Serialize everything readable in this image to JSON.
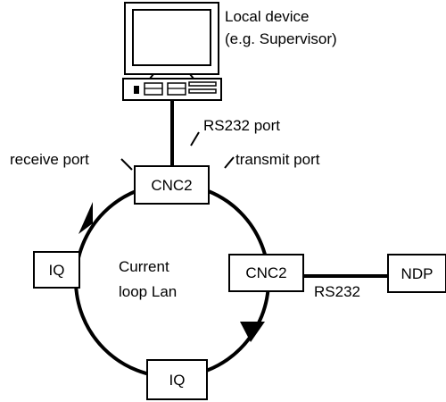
{
  "diagram": {
    "local_device": {
      "line1": "Local device",
      "line2": "(e.g. Supervisor)",
      "icon": "desktop-computer-icon"
    },
    "labels": {
      "rs232_port": "RS232 port",
      "receive_port": "receive port",
      "transmit_port": "transmit port",
      "ring_line1": "Current",
      "ring_line2": "loop Lan",
      "rs232": "RS232"
    },
    "nodes": {
      "cnc2_top": "CNC2",
      "cnc2_right": "CNC2",
      "iq_left": "IQ",
      "iq_bottom": "IQ",
      "ndp": "NDP"
    }
  }
}
